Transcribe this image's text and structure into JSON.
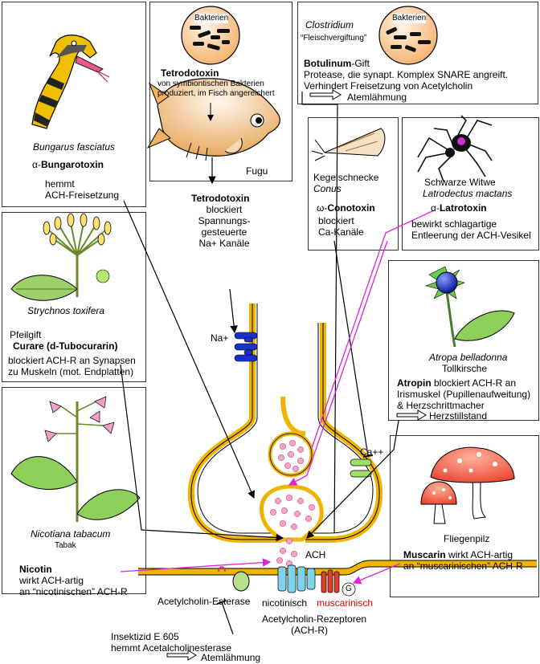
{
  "snake": {
    "species": "Bungarus fasciatus",
    "toxin_prefix": "α-",
    "toxin": "Bungarotoxin",
    "line1": "hemmt",
    "line2": "ACH-Freisetzung"
  },
  "fugu": {
    "bacteria_label": "Bakterien",
    "toxin": "Tetrodotoxin",
    "desc1": "von symbiontischen Bakterien",
    "desc2": "produziert, im Fisch angereichert",
    "fish_label": "Fugu",
    "toxin2": "Tetrodotoxin",
    "effect": [
      "blockiert",
      "Spannungs-",
      "gesteuerte",
      "Na+ Kanäle"
    ]
  },
  "clostridium": {
    "genus": "Clostridium",
    "note": "“Fleischvergiftung”",
    "bacteria_label": "Bakterien",
    "toxin": "Botulinum",
    "toxin_suffix": "-Gift",
    "line1": "Protease, die synapt. Komplex SNARE angreift.",
    "line2": "Verhindert Freisetzung von Acetylcholin",
    "arrow_text": "Atemlähmung"
  },
  "conus": {
    "name1": "Kegelschnecke",
    "name2": "Conus",
    "toxin_prefix": "ω-",
    "toxin": "Conotoxin",
    "line1": "blockiert",
    "line2": "Ca-Kanäle"
  },
  "widow": {
    "name1": "Schwarze Witwe",
    "name2": "Latrodectus mactans",
    "toxin_prefix": "α-",
    "toxin": "Latrotoxin",
    "line1": "bewirkt schlagartige",
    "line2": "Entleerung der ACH-Vesikel"
  },
  "strychnos": {
    "species": "Strychnos toxifera",
    "line1": "Pfeilgift",
    "toxin": "Curare (d-Tubocurarin)",
    "line2": "blockiert ACH-R an Synapsen",
    "line3": "zu Muskeln (mot. Endplatten)"
  },
  "atropa": {
    "species": "Atropa belladonna",
    "common": "Tollkirsche",
    "toxin": "Atropin",
    "line1": " blockiert ACH-R an",
    "line2": "Irismuskel (Pupillenaufweitung)",
    "line3": "& Herzschrittmacher",
    "arrow_text": "Herzstillstand"
  },
  "nicotiana": {
    "species": "Nicotiana tabacum",
    "common": "Tabak",
    "toxin": "Nicotin",
    "line1": "wirkt ACH-artig",
    "line2": "an “nicotinischen” ACH-R"
  },
  "fliegenpilz": {
    "name": "Fliegenpilz",
    "toxin": "Muscarin",
    "line1": " wirkt ACH-artig",
    "line2": "an “muscarinischen” ACH-R"
  },
  "synapse": {
    "na_label": "Na+",
    "ca_label": "Ca++",
    "ach_label": "ACH",
    "esterase": "Acetylcholin-Esterase",
    "nicotinic": "nicotinisch",
    "muscarinic": "muscarinisch",
    "g_label": "G",
    "receptors1": "Acetylcholin-Rezeptoren",
    "receptors2": "(ACH-R)"
  },
  "insecticide": {
    "line1": "Insektizid E 605",
    "line2": "hemmt Acetalcholinesterase",
    "arrow_text": "Atemlähmung"
  },
  "colors": {
    "membrane": "#f0b400",
    "vesicle": "#f4a6c8",
    "magenta": "#e020e0",
    "muscarinic_text": "#e00000",
    "channel_blue": "#1a2fd0",
    "ca_green": "#9ee06a",
    "esterase_green": "#b7e08a",
    "nic_receptor": "#7fd3ec",
    "mus_receptor": "#e0402a"
  }
}
